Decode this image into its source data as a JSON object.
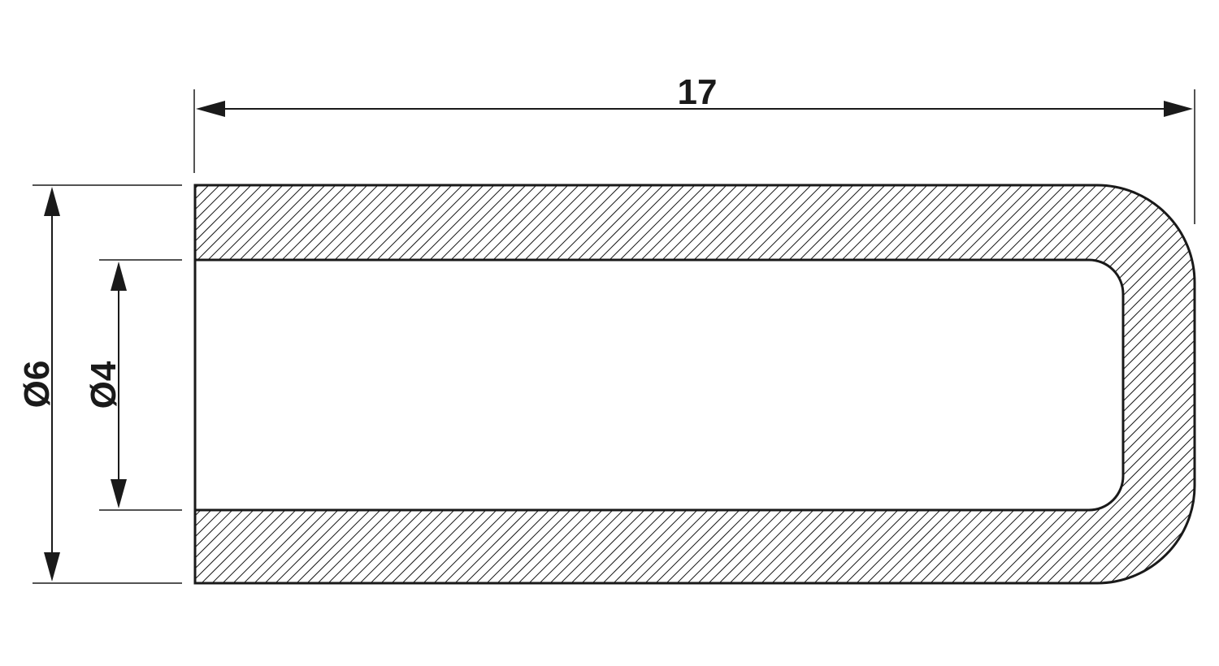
{
  "drawing": {
    "dimensions": {
      "length": "17",
      "outer_diameter": "Ø6",
      "inner_diameter": "Ø4"
    },
    "colors": {
      "line": "#1a1a1a",
      "background": "#ffffff"
    }
  }
}
